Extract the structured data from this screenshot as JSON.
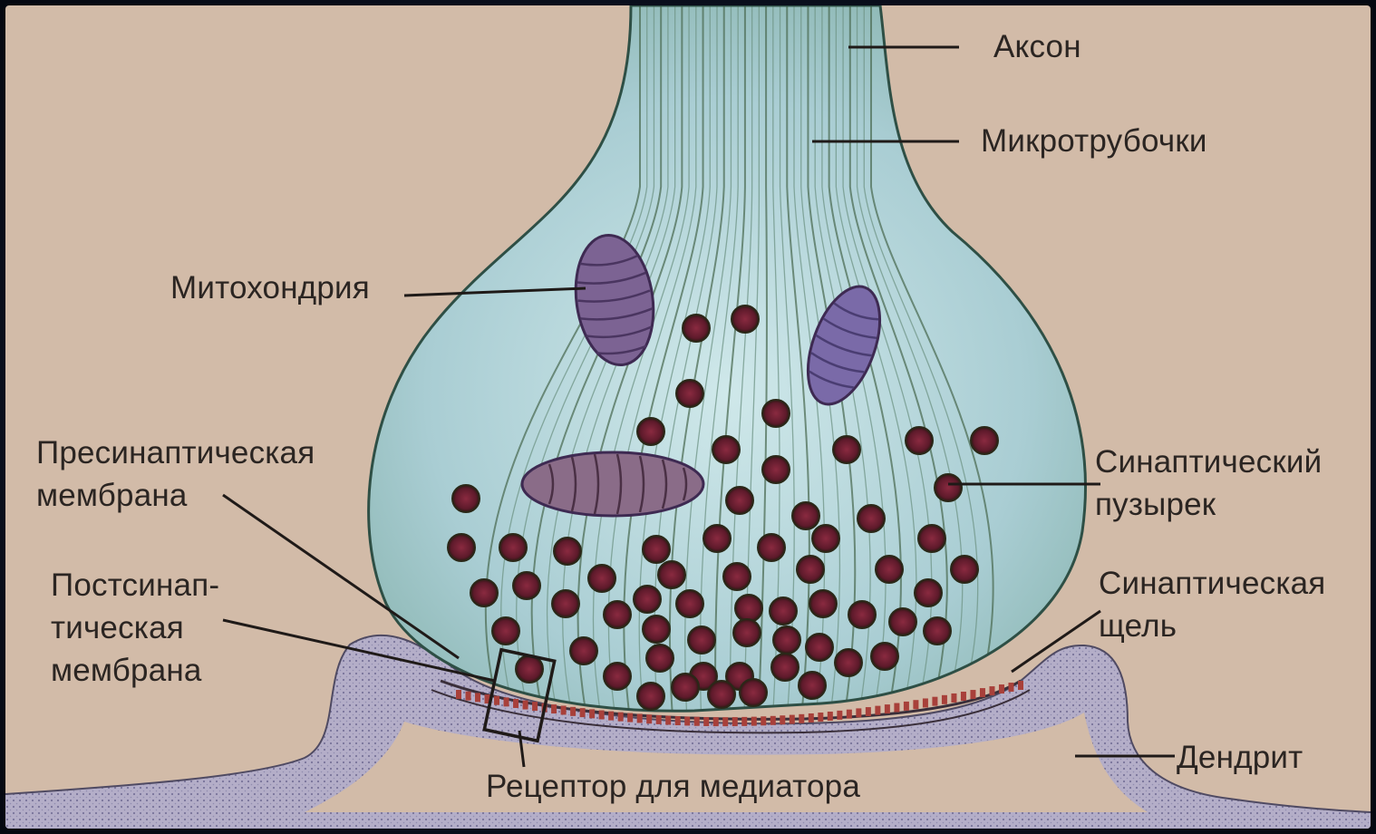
{
  "colors": {
    "background": "#d2bba8",
    "outer_frame": "#0b1020",
    "terminal_fill": "#a9cdd3",
    "terminal_stroke": "#2e4f45",
    "vesicle": "#6b1f33",
    "mitochondrion": "#7c6393",
    "dendrite": "#b4aec8",
    "receptor": "#a8403a",
    "leader_line": "#1f1a18",
    "text": "#2b2522"
  },
  "labels": {
    "axon": "Аксон",
    "microtubules": "Микротрубочки",
    "mitochondrion": "Митохондрия",
    "presynaptic_membrane": [
      "Пресинаптическая",
      "мембрана"
    ],
    "postsynaptic_membrane": [
      "Постсинап-",
      "тическая",
      "мембрана"
    ],
    "synaptic_vesicle": [
      "Синаптический",
      "пузырек"
    ],
    "synaptic_cleft": [
      "Синаптическая",
      "щель"
    ],
    "dendrite": "Дендрит",
    "receptor": "Рецептор для медиатора"
  }
}
